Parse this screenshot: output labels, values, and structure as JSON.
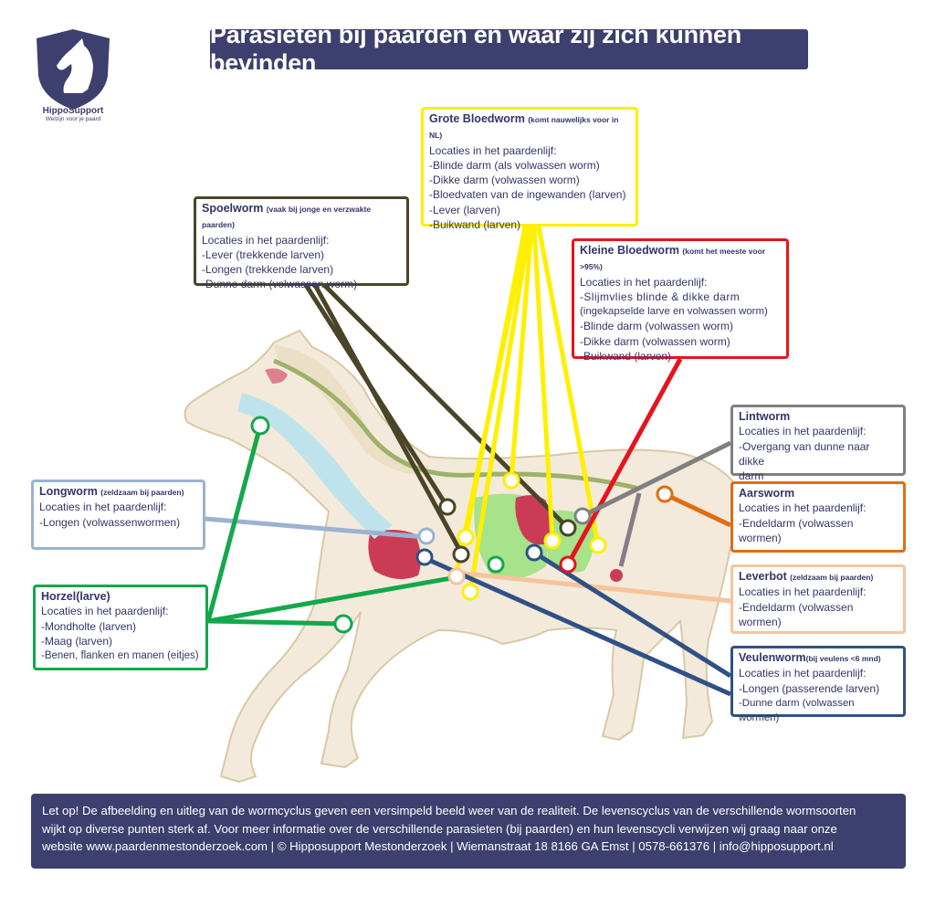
{
  "title": "Parasieten bij paarden en waar zij zich kunnen bevinden",
  "logo": {
    "name": "HippoSupport",
    "tagline": "Welzijn voor je paard",
    "shield_color": "#3d3f6e"
  },
  "colors": {
    "navy": "#3d3f6e",
    "grote_bloedworm": "#ffef00",
    "kleine_bloedworm": "#e6141e",
    "spoelworm": "#4a4528",
    "lintworm": "#808080",
    "aarsworm": "#e06d12",
    "leverbot": "#f6c49c",
    "veulenworm": "#2f5185",
    "longworm": "#9ab3d0",
    "horzel": "#13a84b"
  },
  "boxes": {
    "grote_bloedworm": {
      "title": "Grote Bloedworm",
      "note": "(komt nauwelijks voor in NL)",
      "lines": [
        "Locaties in het paardenlijf:",
        "-Blinde darm (als volwassen worm)",
        "-Dikke darm (volwassen worm)",
        "-Bloedvaten van de ingewanden (larven)",
        "-Lever (larven)",
        "-Buikwand (larven)"
      ]
    },
    "spoelworm": {
      "title": "Spoelworm",
      "note": "(vaak bij jonge en verzwakte paarden)",
      "lines": [
        "Locaties in het paardenlijf:",
        "-Lever (trekkende larven)",
        "-Longen  (trekkende larven)",
        "-Dunne darm (volwassen worm)"
      ]
    },
    "kleine_bloedworm": {
      "title": "Kleine Bloedworm",
      "note": "(komt het meeste voor >95%)",
      "lines": [
        "Locaties in het paardenlijf:",
        "-Slijmvlies blinde & dikke darm",
        "(ingekapselde larve en volwassen worm)",
        "-Blinde darm  (volwassen worm)",
        "-Dikke darm (volwassen worm)",
        "-Buikwand (larven)"
      ]
    },
    "lintworm": {
      "title": "Lintworm",
      "note": "",
      "lines": [
        "Locaties in het paardenlijf:",
        "-Overgang van dunne naar dikke",
        "darm"
      ]
    },
    "aarsworm": {
      "title": "Aarsworm",
      "note": "",
      "lines": [
        "Locaties in het paardenlijf:",
        "-Endeldarm (volwassen wormen)"
      ]
    },
    "leverbot": {
      "title": "Leverbot",
      "note": "(zeldzaam bij paarden)",
      "lines": [
        "Locaties in het paardenlijf:",
        "-Endeldarm (volwassen wormen)"
      ]
    },
    "veulenworm": {
      "title": "Veulenworm",
      "note": "(bij veulens <6 mnd)",
      "lines": [
        "Locaties in het paardenlijf:",
        "-Longen (passerende larven)",
        "-Dunne darm (volwassen wormen)"
      ]
    },
    "longworm": {
      "title": "Longworm",
      "note": "(zeldzaam bij paarden)",
      "lines": [
        "Locaties in het paardenlijf:",
        "-Longen (volwassenwormen)"
      ]
    },
    "horzel": {
      "title": "Horzel(larve)",
      "note": "",
      "lines": [
        "Locaties in het paardenlijf:",
        "-Mondholte (larven)",
        "-Maag (larven)",
        "-Benen, flanken en manen (eitjes)"
      ]
    }
  },
  "footer": {
    "lines": [
      "Let op! De afbeelding en uitleg van de wormcyclus geven een versimpeld beeld weer van de realiteit. De levenscyclus van de verschillende wormsoorten",
      "wijkt op diverse punten sterk af. Voor meer informatie over de verschillende parasieten (bij paarden) en hun levenscycli verwijzen wij graag naar onze",
      "website www.paardenmestonderzoek.com | © Hipposupport Mestonderzoek | Wiemanstraat 18 8166 GA Emst | 0578-661376 | info@hipposupport.nl"
    ]
  }
}
